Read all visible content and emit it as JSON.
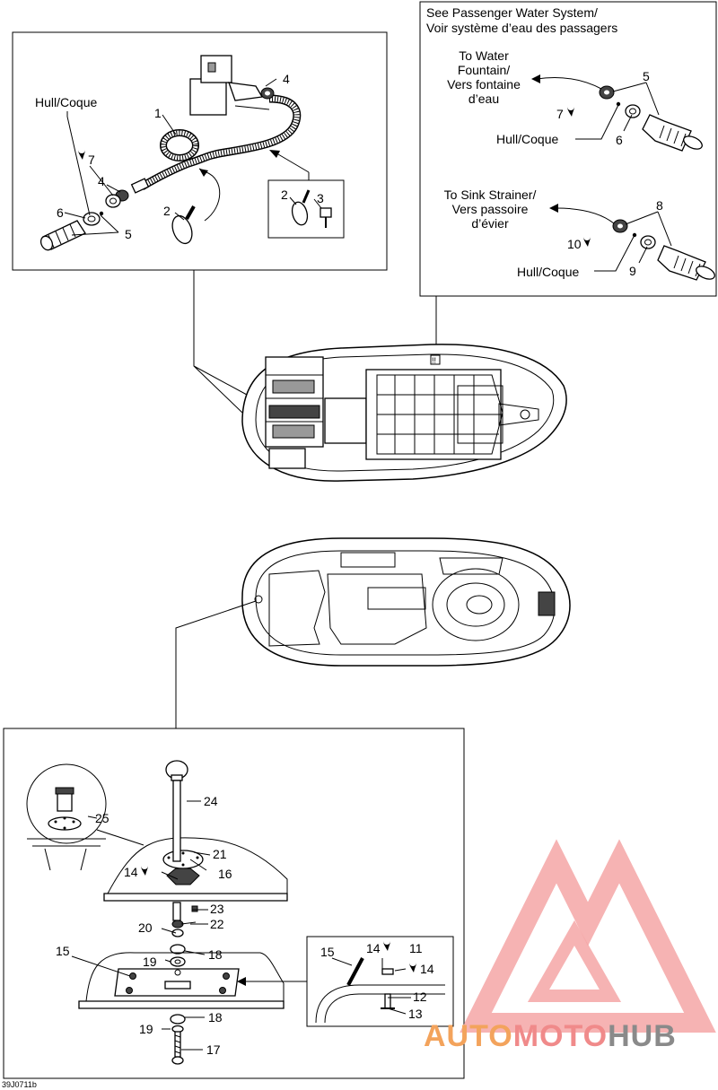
{
  "callouts": {
    "hull_left": "Hull/Coque",
    "n1": "1",
    "n2a": "2",
    "n2b": "2",
    "n3": "3",
    "n4a": "4",
    "n4b": "4",
    "n5a": "5",
    "n6a": "6",
    "n7a": "7"
  },
  "passenger_box": {
    "title_line1": "See Passenger Water System/",
    "title_line2": "Voir système d’eau des passagers",
    "fountain_line1": "To Water",
    "fountain_line2": "Fountain/",
    "fountain_line3": "Vers fontaine",
    "fountain_line4": "d’eau",
    "n5": "5",
    "n7": "7",
    "hull1": "Hull/Coque",
    "n6": "6",
    "sink_line1": "To Sink Strainer/",
    "sink_line2": "Vers passoire",
    "sink_line3": "d’évier",
    "n8": "8",
    "n10": "10",
    "hull2": "Hull/Coque",
    "n9": "9"
  },
  "drain_box": {
    "n24": "24",
    "n25": "25",
    "n21": "21",
    "n14a": "14",
    "n16": "16",
    "n23": "23",
    "n20": "20",
    "n22": "22",
    "n15a": "15",
    "n19a": "19",
    "n18a": "18",
    "n18b": "18",
    "n19b": "19",
    "n17": "17",
    "n15b": "15",
    "n14b": "14",
    "n11": "11",
    "n14c": "14",
    "n12": "12",
    "n13": "13"
  },
  "watermark": {
    "part1": "AUTO",
    "part2": "MOTO",
    "part3": "HUB",
    "color1": "#f3a35c",
    "color2": "#f08a8a",
    "color3": "#8a8a8a"
  },
  "figure_code": "39J0711b"
}
